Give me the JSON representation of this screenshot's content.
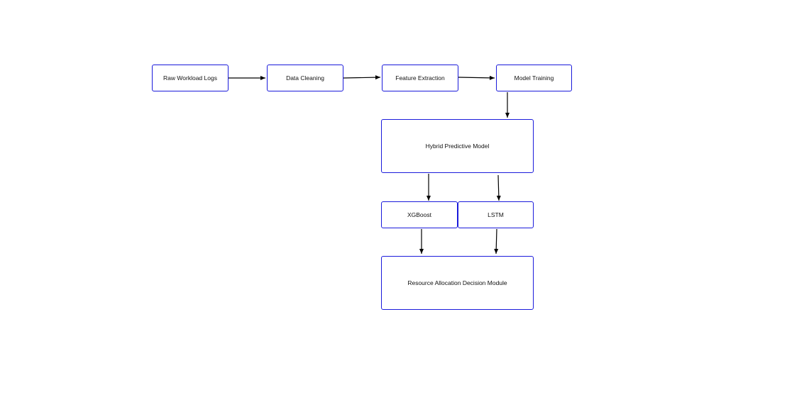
{
  "nodes": {
    "raw_logs": "Raw Workload Logs",
    "data_cleaning": "Data Cleaning",
    "feature_extraction": "Feature Extraction",
    "model_training": "Model Training",
    "hybrid_model": "Hybrid Predictive Model",
    "xgboost": "XGBoost",
    "lstm": "LSTM",
    "decision_module": "Resource Allocation Decision Module"
  },
  "colors": {
    "node_border": "#1a1adb",
    "arrow": "#000000"
  },
  "edges": [
    [
      "raw_logs",
      "data_cleaning"
    ],
    [
      "data_cleaning",
      "feature_extraction"
    ],
    [
      "feature_extraction",
      "model_training"
    ],
    [
      "model_training",
      "hybrid_model"
    ],
    [
      "hybrid_model",
      "xgboost"
    ],
    [
      "hybrid_model",
      "lstm"
    ],
    [
      "xgboost",
      "decision_module"
    ],
    [
      "lstm",
      "decision_module"
    ]
  ]
}
